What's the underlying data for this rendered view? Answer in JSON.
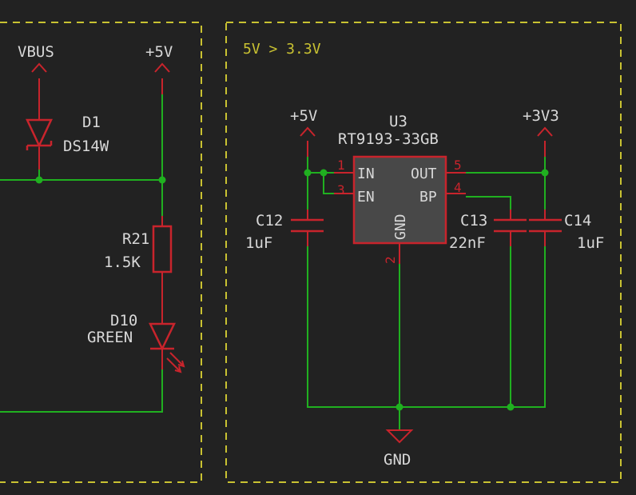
{
  "sheet": {
    "section_title": "5V > 3.3V",
    "colors": {
      "background": "#222222",
      "wire": "#20b020",
      "symbol": "#c8242c",
      "text": "#d8d8d8",
      "frame": "#c9c232"
    }
  },
  "power_labels": {
    "vbus": "VBUS",
    "p5v_left": "+5V",
    "p5v_right": "+5V",
    "p3v3": "+3V3",
    "gnd": "GND"
  },
  "components": {
    "d1": {
      "ref": "D1",
      "value": "DS14W"
    },
    "r21": {
      "ref": "R21",
      "value": "1.5K"
    },
    "d10": {
      "ref": "D10",
      "value": "GREEN"
    },
    "c12": {
      "ref": "C12",
      "value": "1uF"
    },
    "c13": {
      "ref": "C13",
      "value": "22nF"
    },
    "c14": {
      "ref": "C14",
      "value": "1uF"
    },
    "u3": {
      "ref": "U3",
      "value": "RT9193-33GB",
      "pins": [
        {
          "num": "1",
          "name": "IN"
        },
        {
          "num": "3",
          "name": "EN"
        },
        {
          "num": "5",
          "name": "OUT"
        },
        {
          "num": "4",
          "name": "BP"
        },
        {
          "num": "2",
          "name": "GND"
        }
      ]
    }
  }
}
